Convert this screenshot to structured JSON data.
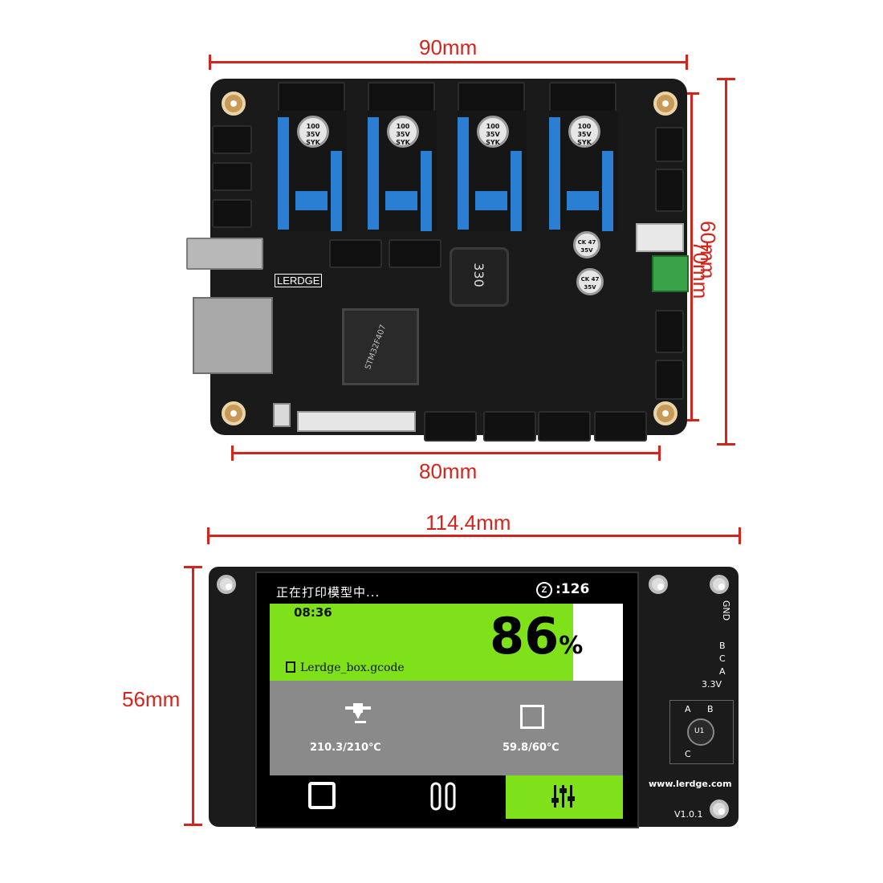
{
  "dimensions": {
    "board_width": "90mm",
    "board_height": "70mm",
    "board_hole_height": "60mm",
    "board_hole_width": "80mm",
    "display_width": "114.4mm",
    "display_height": "56mm"
  },
  "board": {
    "brand": "LERDGE",
    "inductor_label": "330",
    "mcu_text": "STM32F407",
    "cap_label": "100 35V SYK",
    "cap_small_label": "CK 47 35V"
  },
  "lcd": {
    "status_text": "正在打印模型中...",
    "z_label": "Z",
    "z_value": ":126",
    "time": "08:36",
    "progress": "86",
    "progress_unit": "%",
    "progress_fraction": 0.86,
    "filename": "Lerdge_box.gcode",
    "nozzle_temp": "210.3/210℃",
    "bed_temp": "59.8/60℃",
    "btn_stop_icon": "stop-icon",
    "btn_pause_icon": "pause-icon",
    "btn_settings_icon": "sliders-icon"
  },
  "display_board": {
    "pins": [
      "GND",
      "B",
      "C",
      "A",
      "3.3V"
    ],
    "encoder_labels": [
      "A",
      "B",
      "U1",
      "C"
    ],
    "website": "www.lerdge.com",
    "version": "V1.0.1"
  },
  "colors": {
    "dimension_red": "#d4241c",
    "lcd_green": "#7ee11a",
    "driver_blue": "#2b7fd3"
  }
}
